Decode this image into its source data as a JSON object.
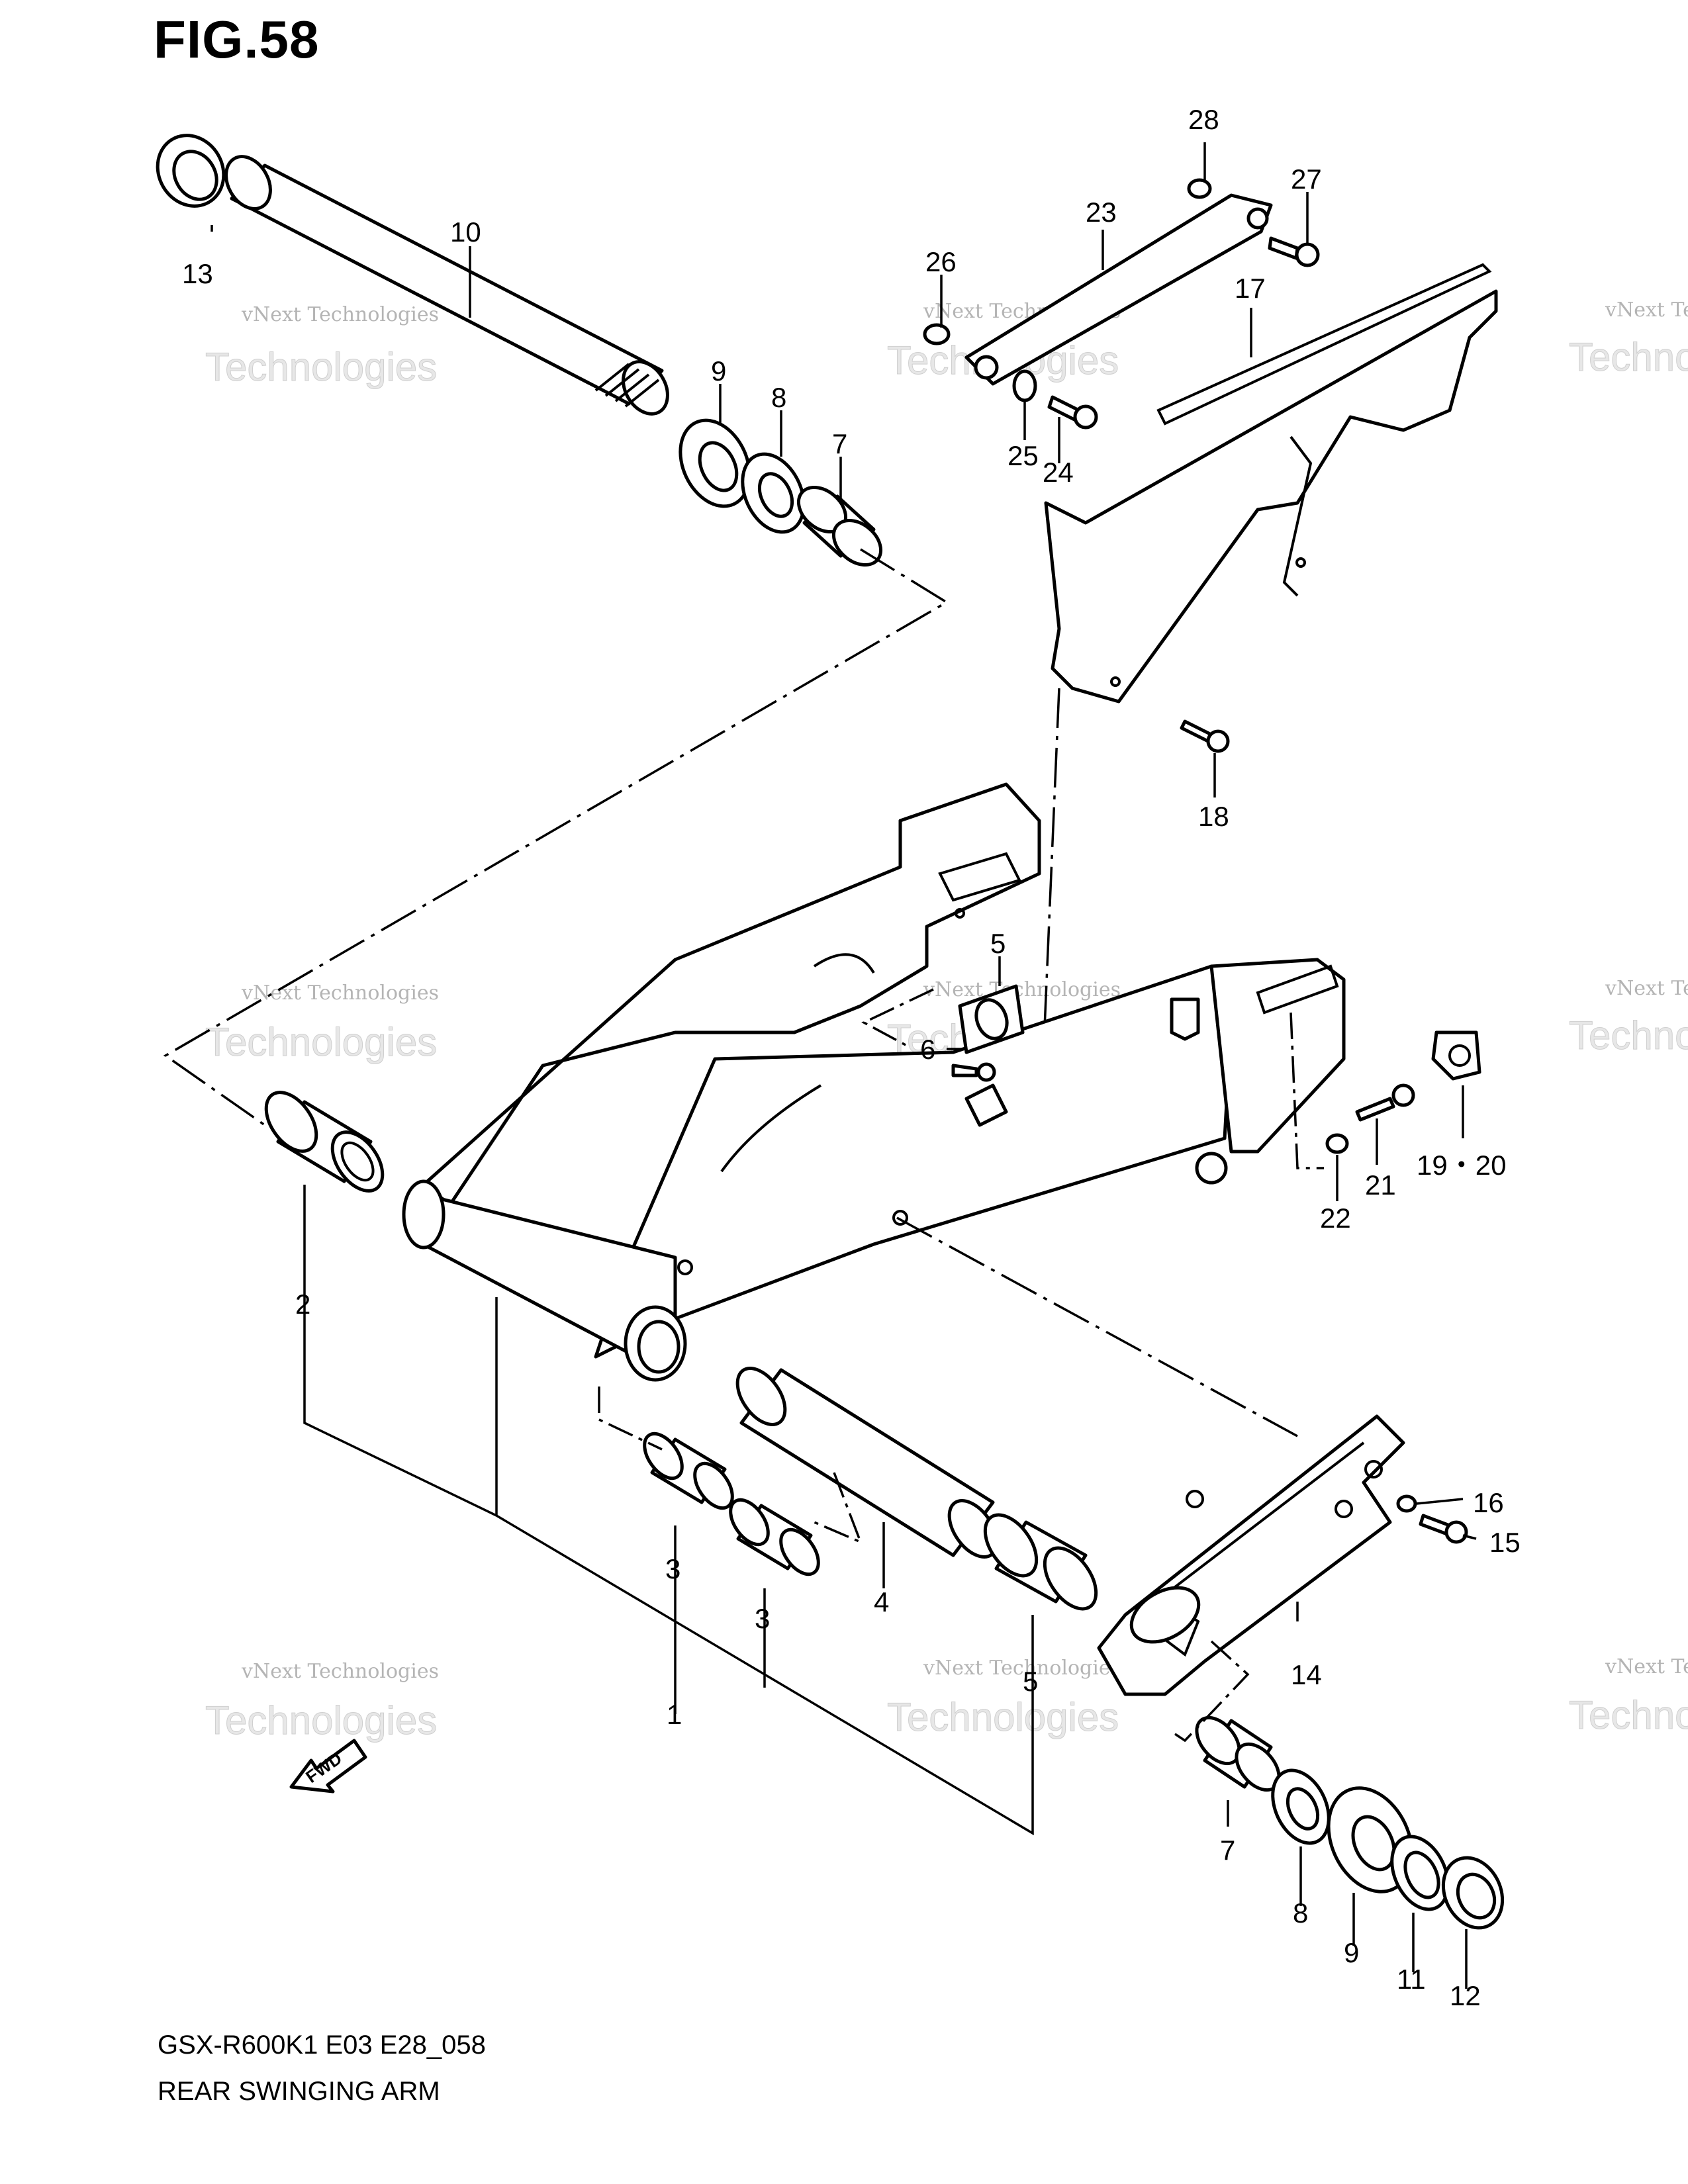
{
  "figure": {
    "title": "FIG.58"
  },
  "footer": {
    "model_code": "GSX-R600K1 E03 E28_058",
    "title": "REAR SWINGING ARM"
  },
  "fwd_label": "FWD",
  "watermark": {
    "line1": "vNext Technologies",
    "line2": "Technologies",
    "line3": "vNext"
  },
  "callouts": {
    "c1": "1",
    "c2": "2",
    "c3a": "3",
    "c3b": "3",
    "c4": "4",
    "c5a": "5",
    "c5b": "5",
    "c6": "6",
    "c7a": "7",
    "c7b": "7",
    "c8a": "8",
    "c8b": "8",
    "c9a": "9",
    "c9b": "9",
    "c10": "10",
    "c11": "11",
    "c12": "12",
    "c13": "13",
    "c14": "14",
    "c15": "15",
    "c16": "16",
    "c17": "17",
    "c18": "18",
    "c19_20": "19・20",
    "c21": "21",
    "c22": "22",
    "c23": "23",
    "c24": "24",
    "c25": "25",
    "c26": "26",
    "c27": "27",
    "c28": "28"
  }
}
